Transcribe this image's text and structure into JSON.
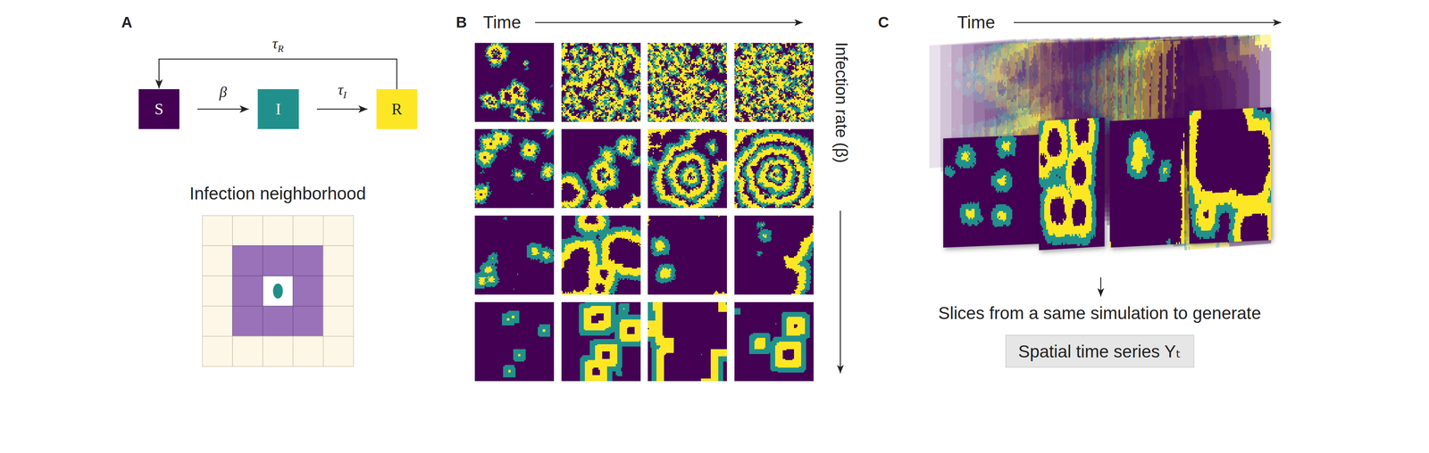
{
  "diagram": {
    "nodes": [
      {
        "text": [
          "S"
        ]
      },
      {
        "text": [
          "I"
        ]
      },
      {
        "text": [
          "R"
        ]
      },
      {
        "text": [
          "Spatial time series Yₜ"
        ]
      }
    ],
    "edges": [
      {
        "from": 0,
        "to": 1,
        "label": "β",
        "arrow": "to"
      },
      {
        "from": 1,
        "to": 2,
        "label": "τI",
        "arrow": "to"
      },
      {
        "from": 2,
        "to": 0,
        "label": "τR",
        "arrow": "to"
      }
    ],
    "labels": [
      "A",
      "Infection neighborhood",
      "B",
      "Time",
      "Infection rate (β)",
      "C",
      "Time",
      "Slices from a same simulation to generate"
    ]
  }
}
